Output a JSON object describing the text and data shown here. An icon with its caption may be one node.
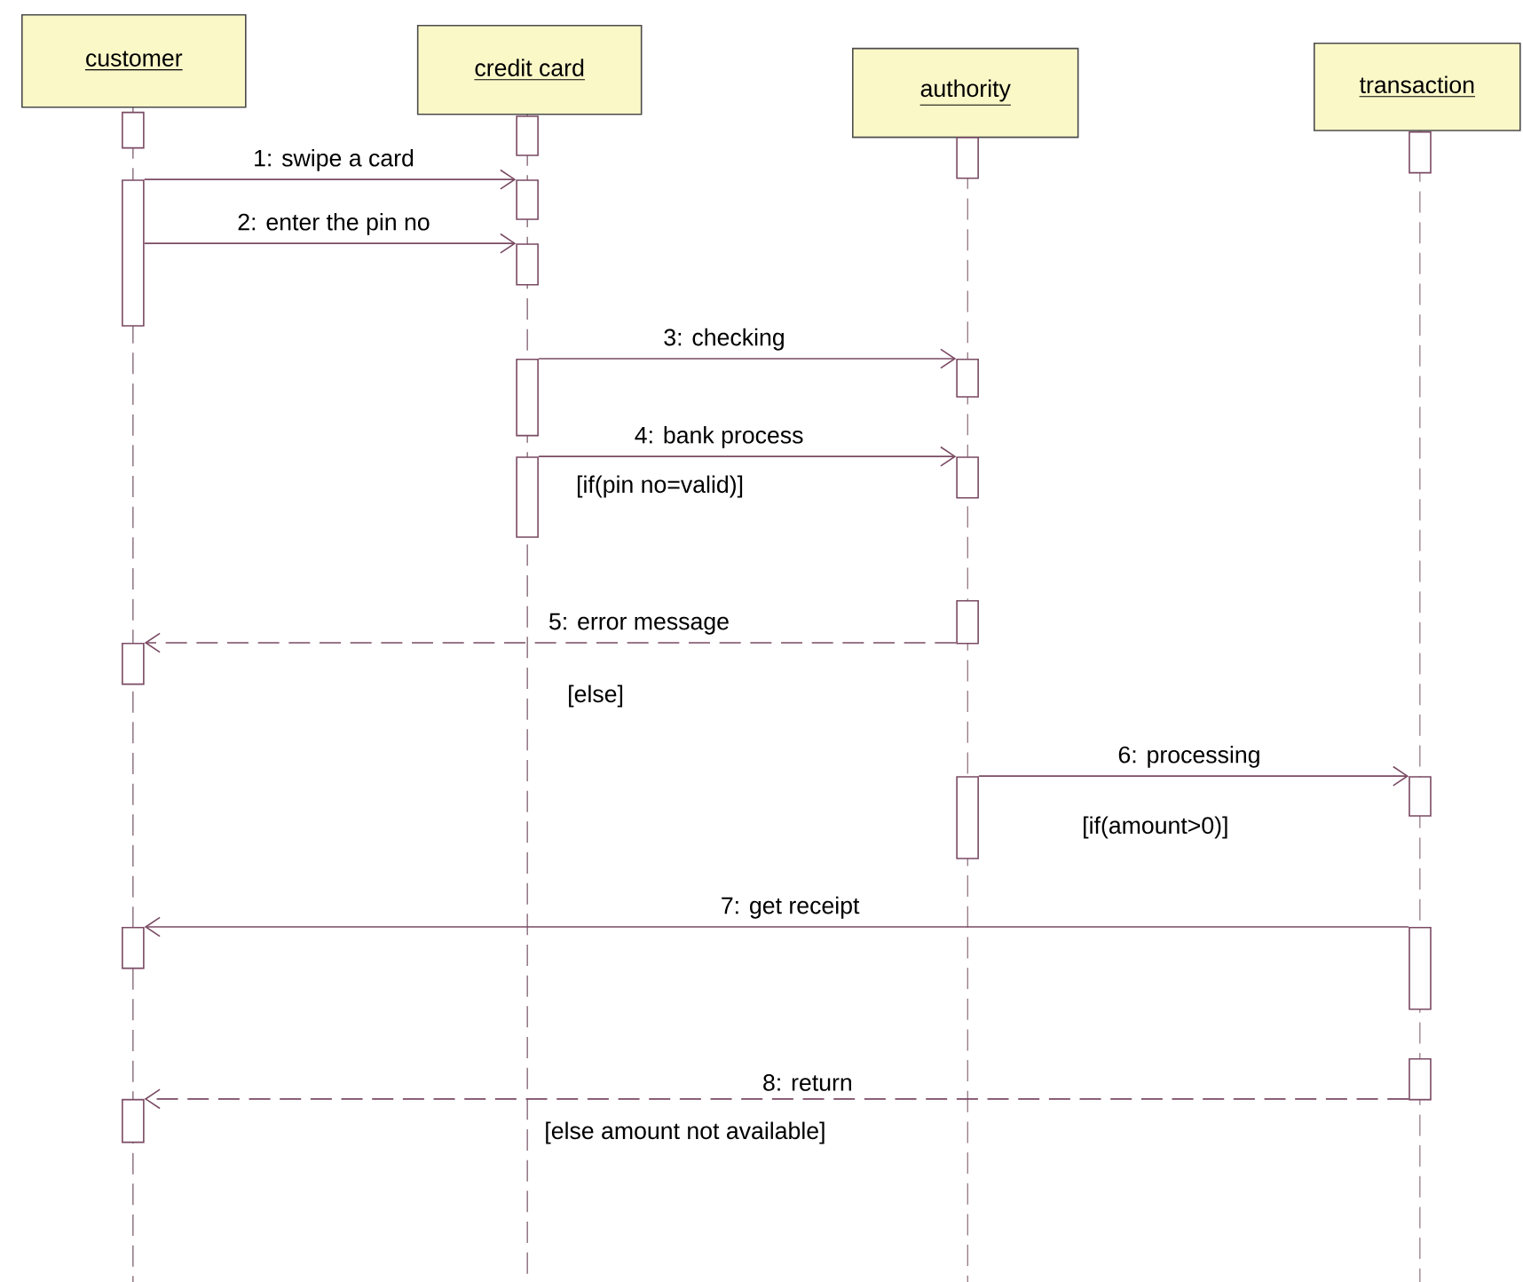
{
  "diagram": {
    "nodes": [
      {
        "text": [
          "customer"
        ]
      },
      {
        "text": [
          "credit card"
        ]
      },
      {
        "text": [
          "authority"
        ]
      },
      {
        "text": [
          "transaction"
        ]
      },
      {
        "text": [],
        "shape": "bar"
      },
      {
        "text": [],
        "shape": "bar"
      },
      {
        "text": [],
        "shape": "bar"
      },
      {
        "text": [],
        "shape": "bar"
      },
      {
        "text": [],
        "shape": "bar"
      },
      {
        "text": [],
        "shape": "bar"
      },
      {
        "text": [],
        "shape": "bar"
      },
      {
        "text": [],
        "shape": "bar"
      },
      {
        "text": [],
        "shape": "bar"
      },
      {
        "text": [],
        "shape": "bar"
      },
      {
        "text": [],
        "shape": "bar"
      },
      {
        "text": [],
        "shape": "bar"
      },
      {
        "text": [],
        "shape": "bar"
      },
      {
        "text": [],
        "shape": "bar"
      },
      {
        "text": [],
        "shape": "bar"
      },
      {
        "text": [],
        "shape": "bar"
      },
      {
        "text": [],
        "shape": "bar"
      },
      {
        "text": [],
        "shape": "bar"
      },
      {
        "text": [],
        "shape": "bar"
      }
    ],
    "edges": [
      {
        "from": 5,
        "to": 10,
        "arrow": "to",
        "label": "1: swipe a card"
      },
      {
        "from": 5,
        "to": 11,
        "arrow": "to",
        "label": "2: enter the pin no"
      },
      {
        "from": 12,
        "to": 15,
        "arrow": "to",
        "label": "3: checking"
      },
      {
        "from": 13,
        "to": 16,
        "arrow": "to",
        "label": "4: bank process"
      },
      {
        "from": 17,
        "to": 6,
        "arrow": "to",
        "label": "5: error message",
        "style": "dashed"
      },
      {
        "from": 18,
        "to": 20,
        "arrow": "to",
        "label": "6: processing"
      },
      {
        "from": 21,
        "to": 7,
        "arrow": "to",
        "label": "7: get receipt"
      },
      {
        "from": 22,
        "to": 8,
        "arrow": "to",
        "label": "8: return",
        "style": "dashed"
      }
    ],
    "labels": [
      "[if(pin no=valid)]",
      "[else]",
      "[if(amount>0)]",
      "[else amount not available]"
    ]
  }
}
